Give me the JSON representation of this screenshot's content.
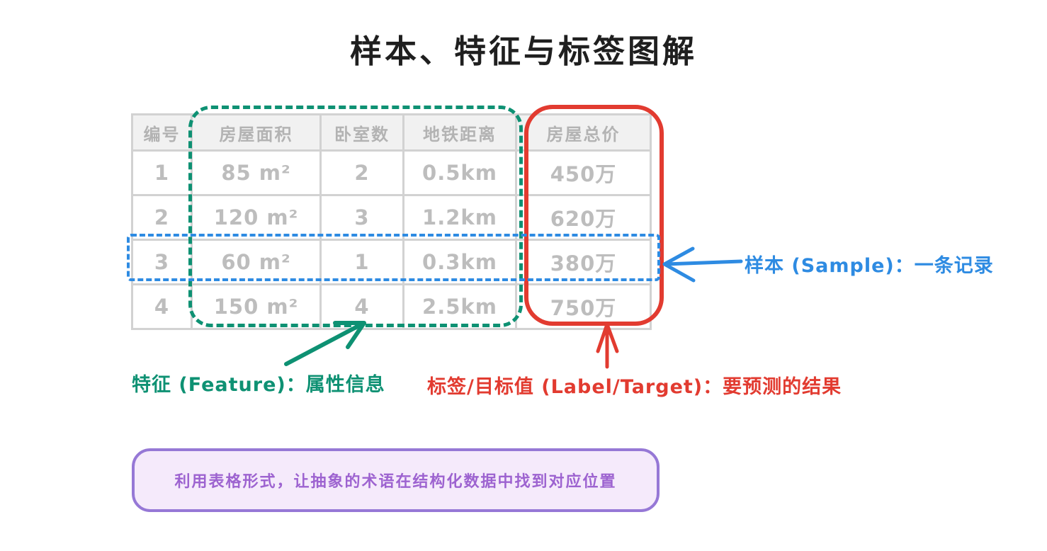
{
  "title": "样本、特征与标签图解",
  "table": {
    "headers": [
      "编号",
      "房屋面积",
      "卧室数",
      "地铁距离",
      "房屋总价"
    ],
    "rows": [
      [
        "1",
        "85 m²",
        "2",
        "0.5km",
        "450万"
      ],
      [
        "2",
        "120 m²",
        "3",
        "1.2km",
        "620万"
      ],
      [
        "3",
        "60 m²",
        "1",
        "0.3km",
        "380万"
      ],
      [
        "4",
        "150 m²",
        "4",
        "2.5km",
        "750万"
      ]
    ]
  },
  "annotations": {
    "sample": {
      "label": "样本 (Sample)：一条记录",
      "color": "#2e8be2"
    },
    "feature": {
      "label": "特征 (Feature)：属性信息",
      "color": "#0e9173"
    },
    "target": {
      "label": "标签/目标值 (Label/Target)：要预测的结果",
      "color": "#e23b30"
    }
  },
  "note": {
    "text": "利用表格形式，让抽象的术语在结构化数据中找到对应位置",
    "border_color": "#9678d6",
    "background": "#f5eafb",
    "text_color": "#9d63d0"
  },
  "colors": {
    "title_text": "#1f1f1f",
    "table_border": "#d2d2d2",
    "table_header_bg": "#f1f1f1",
    "table_header_text": "#b3b3b3",
    "table_cell_text": "#bdbdbd"
  }
}
